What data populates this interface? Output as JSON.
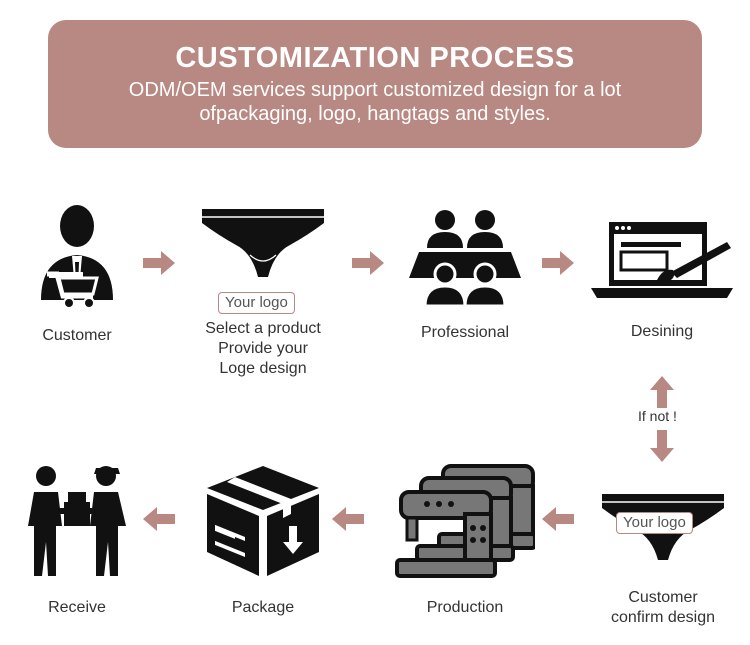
{
  "header": {
    "title": "CUSTOMIZATION PROCESS",
    "subtitle_line1": "ODM/OEM services support customized design for a lot",
    "subtitle_line2": "ofpackaging, logo, hangtags and styles."
  },
  "steps": {
    "customer": "Customer",
    "select_line1": "Select a product",
    "select_line2": "Provide your",
    "select_line3": "Loge design",
    "professional": "Professional",
    "designing": "Desining",
    "confirm_line1": "Customer",
    "confirm_line2": "confirm design",
    "production": "Production",
    "package": "Package",
    "receive": "Receive"
  },
  "logo_tag": "Your logo",
  "loop_label": "If not !",
  "colors": {
    "accent": "#b88882",
    "icon": "#111111",
    "text": "#333333"
  }
}
